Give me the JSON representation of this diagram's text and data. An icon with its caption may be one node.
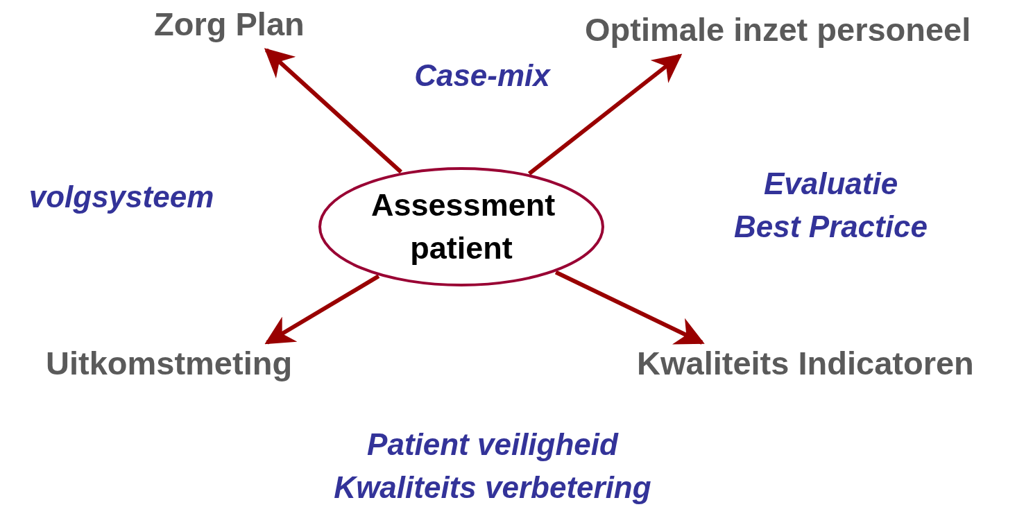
{
  "diagram": {
    "nodes": [
      {
        "text": [
          "Assessment patient"
        ]
      },
      {
        "text": [
          "Zorg Plan"
        ]
      },
      {
        "text": [
          "Optimale inzet personeel"
        ]
      },
      {
        "text": [
          "Uitkomstmeting"
        ]
      },
      {
        "text": [
          "Kwaliteits Indicatoren"
        ]
      }
    ],
    "edges": [
      {
        "from": 0,
        "to": 1,
        "arrow": "to"
      },
      {
        "from": 0,
        "to": 2,
        "arrow": "to"
      },
      {
        "from": 0,
        "to": 3,
        "arrow": "to"
      },
      {
        "from": 0,
        "to": 4,
        "arrow": "to"
      }
    ],
    "labels": [
      "Case-mix",
      "volgsysteem",
      "Evaluatie Best Practice",
      "Patient veiligheid Kwaliteits verbetering"
    ]
  }
}
